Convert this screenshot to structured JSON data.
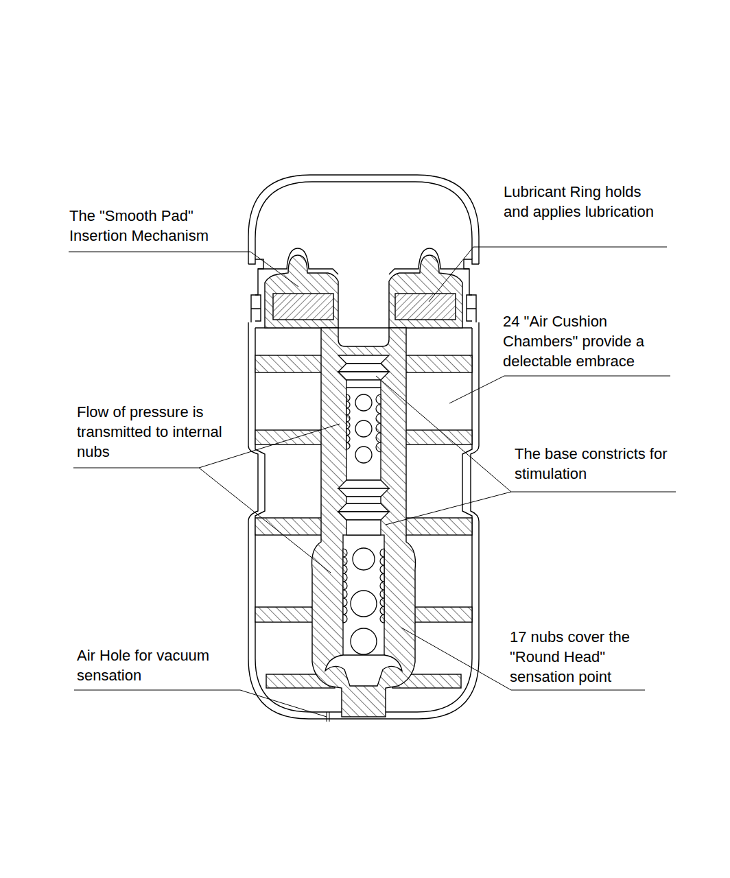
{
  "diagram": {
    "labels": [
      "The \"Smooth Pad\" Insertion Mechanism",
      "Lubricant Ring holds and applies lubrication",
      "24 \"Air Cushion Chambers\" provide a delectable embrace",
      "Flow of pressure is transmitted to internal nubs",
      "The base constricts for stimulation",
      "17 nubs cover the \"Round Head\" sensation point",
      "Air Hole for vacuum sensation"
    ]
  }
}
